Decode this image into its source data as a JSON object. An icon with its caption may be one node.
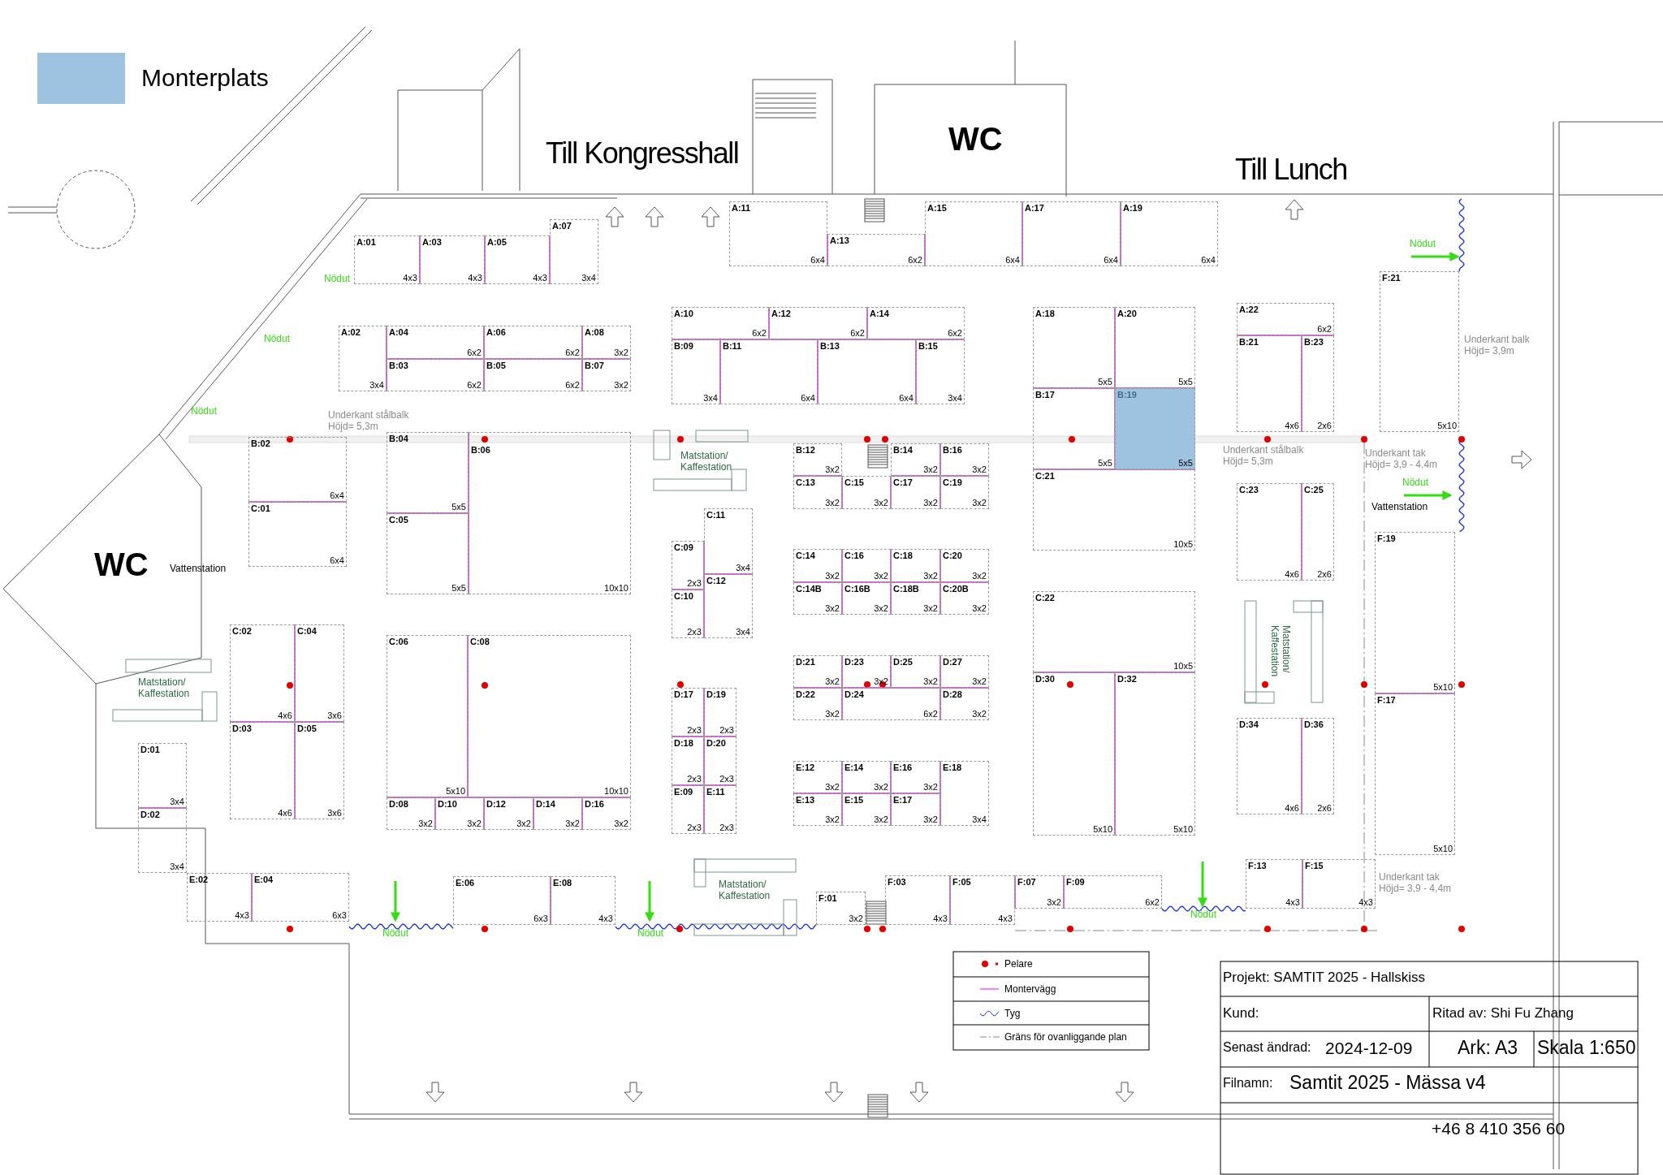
{
  "diagram": {
    "nodes": [
      {
        "text": [
          "A:01",
          "4x3"
        ]
      },
      {
        "text": [
          "A:03",
          "4x3"
        ]
      },
      {
        "text": [
          "A:05",
          "4x3"
        ]
      },
      {
        "text": [
          "A:07",
          "3x4"
        ]
      },
      {
        "text": [
          "A:11",
          "6x4"
        ]
      },
      {
        "text": [
          "A:13",
          "6x2"
        ]
      },
      {
        "text": [
          "A:15",
          "6x4"
        ]
      },
      {
        "text": [
          "A:17",
          "6x4"
        ]
      },
      {
        "text": [
          "A:19",
          "6x4"
        ]
      },
      {
        "text": [
          "F:21",
          "5x10"
        ]
      },
      {
        "text": [
          "A:02",
          "3x4"
        ]
      },
      {
        "text": [
          "A:04",
          "6x2"
        ]
      },
      {
        "text": [
          "A:06",
          "6x2"
        ]
      },
      {
        "text": [
          "A:08",
          "3x2"
        ]
      },
      {
        "text": [
          "B:03",
          "6x2"
        ]
      },
      {
        "text": [
          "B:05",
          "6x2"
        ]
      },
      {
        "text": [
          "B:07",
          "3x2"
        ]
      },
      {
        "text": [
          "A:10",
          "6x2"
        ]
      },
      {
        "text": [
          "A:12",
          "6x2"
        ]
      },
      {
        "text": [
          "A:14",
          "6x2"
        ]
      },
      {
        "text": [
          "B:09",
          "3x4"
        ]
      },
      {
        "text": [
          "B:11",
          "6x4"
        ]
      },
      {
        "text": [
          "B:13",
          "6x4"
        ]
      },
      {
        "text": [
          "B:15",
          "3x4"
        ]
      },
      {
        "text": [
          "A:18",
          "5x5"
        ]
      },
      {
        "text": [
          "A:20",
          "5x5"
        ]
      },
      {
        "text": [
          "B:17",
          "5x5"
        ]
      },
      {
        "text": [
          "B:19",
          "5x5"
        ]
      },
      {
        "text": [
          "C:21",
          "10x5"
        ]
      },
      {
        "text": [
          "A:22",
          "6x2"
        ]
      },
      {
        "text": [
          "B:21",
          "4x6"
        ]
      },
      {
        "text": [
          "B:23",
          "2x6"
        ]
      },
      {
        "text": [
          "B:02",
          "6x4"
        ]
      },
      {
        "text": [
          "C:01",
          "6x4"
        ]
      },
      {
        "text": [
          "B:04",
          "5x5"
        ]
      },
      {
        "text": [
          "B:06",
          "10x10"
        ]
      },
      {
        "text": [
          "C:05",
          "5x5"
        ]
      },
      {
        "text": [
          "B:12",
          "3x2"
        ]
      },
      {
        "text": [
          "B:14",
          "3x2"
        ]
      },
      {
        "text": [
          "B:16",
          "3x2"
        ]
      },
      {
        "text": [
          "C:13",
          "3x2"
        ]
      },
      {
        "text": [
          "C:15",
          "3x2"
        ]
      },
      {
        "text": [
          "C:17",
          "3x2"
        ]
      },
      {
        "text": [
          "C:19",
          "3x2"
        ]
      },
      {
        "text": [
          "C:23",
          "4x6"
        ]
      },
      {
        "text": [
          "C:25",
          "2x6"
        ]
      },
      {
        "text": [
          "F:19",
          "5x10"
        ]
      },
      {
        "text": [
          "C:11",
          "3x4"
        ]
      },
      {
        "text": [
          "C:09",
          "2x3"
        ]
      },
      {
        "text": [
          "C:12",
          "3x4"
        ]
      },
      {
        "text": [
          "C:10",
          "2x3"
        ]
      },
      {
        "text": [
          "C:14",
          "3x2"
        ]
      },
      {
        "text": [
          "C:16",
          "3x2"
        ]
      },
      {
        "text": [
          "C:18",
          "3x2"
        ]
      },
      {
        "text": [
          "C:20",
          "3x2"
        ]
      },
      {
        "text": [
          "C:14B",
          "3x2"
        ]
      },
      {
        "text": [
          "C:16B",
          "3x2"
        ]
      },
      {
        "text": [
          "C:18B",
          "3x2"
        ]
      },
      {
        "text": [
          "C:20B",
          "3x2"
        ]
      },
      {
        "text": [
          "C:22",
          "10x5"
        ]
      },
      {
        "text": [
          "C:02",
          "4x6"
        ]
      },
      {
        "text": [
          "C:04",
          "3x6"
        ]
      },
      {
        "text": [
          "C:06",
          "5x10"
        ]
      },
      {
        "text": [
          "C:08",
          "10x10"
        ]
      },
      {
        "text": [
          "D:21",
          "3x2"
        ]
      },
      {
        "text": [
          "D:23",
          "3x2"
        ]
      },
      {
        "text": [
          "D:25",
          "3x2"
        ]
      },
      {
        "text": [
          "D:27",
          "3x2"
        ]
      },
      {
        "text": [
          "D:22",
          "3x2"
        ]
      },
      {
        "text": [
          "D:24",
          "6x2"
        ]
      },
      {
        "text": [
          "D:28",
          "3x2"
        ]
      },
      {
        "text": [
          "D:30",
          "5x10"
        ]
      },
      {
        "text": [
          "D:32",
          "5x10"
        ]
      },
      {
        "text": [
          "D:17",
          "2x3"
        ]
      },
      {
        "text": [
          "D:19",
          "2x3"
        ]
      },
      {
        "text": [
          "F:17",
          "5x10"
        ]
      },
      {
        "text": [
          "D:34",
          "4x6"
        ]
      },
      {
        "text": [
          "D:36",
          "2x6"
        ]
      },
      {
        "text": [
          "D:03",
          "4x6"
        ]
      },
      {
        "text": [
          "D:05",
          "3x6"
        ]
      },
      {
        "text": [
          "D:01",
          "3x4"
        ]
      },
      {
        "text": [
          "D:18",
          "2x3"
        ]
      },
      {
        "text": [
          "D:20",
          "2x3"
        ]
      },
      {
        "text": [
          "E:12",
          "3x2"
        ]
      },
      {
        "text": [
          "E:14",
          "3x2"
        ]
      },
      {
        "text": [
          "E:16",
          "3x2"
        ]
      },
      {
        "text": [
          "E:18",
          "3x4"
        ]
      },
      {
        "text": [
          "E:09",
          "2x3"
        ]
      },
      {
        "text": [
          "E:11",
          "2x3"
        ]
      },
      {
        "text": [
          "E:13",
          "3x2"
        ]
      },
      {
        "text": [
          "E:15",
          "3x2"
        ]
      },
      {
        "text": [
          "E:17",
          "3x2"
        ]
      },
      {
        "text": [
          "D:08",
          "3x2"
        ]
      },
      {
        "text": [
          "D:10",
          "3x2"
        ]
      },
      {
        "text": [
          "D:12",
          "3x2"
        ]
      },
      {
        "text": [
          "D:14",
          "3x2"
        ]
      },
      {
        "text": [
          "D:16",
          "3x2"
        ]
      },
      {
        "text": [
          "D:02",
          "3x4"
        ]
      },
      {
        "text": [
          "F:13",
          "4x3"
        ]
      },
      {
        "text": [
          "F:15",
          "4x3"
        ]
      },
      {
        "text": [
          "E:02",
          "4x3"
        ]
      },
      {
        "text": [
          "E:04",
          "6x3"
        ]
      },
      {
        "text": [
          "F:03",
          "4x3"
        ]
      },
      {
        "text": [
          "F:05",
          "4x3"
        ]
      },
      {
        "text": [
          "F:07",
          "3x2"
        ]
      },
      {
        "text": [
          "F:09",
          "6x2"
        ]
      },
      {
        "text": [
          "E:06",
          "6x3"
        ]
      },
      {
        "text": [
          "E:08",
          "4x3"
        ]
      },
      {
        "text": [
          "F:01",
          "3x2"
        ]
      }
    ],
    "labels": [
      "Till Kongresshall",
      "WC",
      "Till Lunch",
      "Nödut",
      "Nödut",
      "Nödut",
      "Nödut",
      "Underkant stålbalk Höjd= 5,3m",
      "Underkant balk Höjd= 3,9m",
      "Matstation/ Kaffestation",
      "Underkant stålbalk Höjd= 5,3m",
      "Underkant tak Höjd= 3,9 - 4,4m",
      "Nödut",
      "Vattenstation",
      "WC",
      "Vattenstation",
      "Matstation/ Kaffestation",
      "Matstation/ Kaffestation",
      "Matstation/ Kaffestation",
      "Underkant tak Höjd= 3,9 - 4,4m",
      "Nödut",
      "Nödut",
      "Nödut",
      "Projekt: SAMTIT 2025 - Hallskiss",
      "Kund:",
      "Ritad av: Shi Fu Zhang",
      "Senast ändrad:",
      "2024-12-09",
      "Ark: A3",
      "Skala 1:650",
      "Filnamn:",
      "Samtit 2025 - Mässa v4",
      "+46 8 410 356 60"
    ],
    "legend": [
      {
        "text": "Monterplats",
        "color": "#9dc3e0"
      },
      {
        "text": "Pelare"
      },
      {
        "text": "Montervägg"
      },
      {
        "text": "Tyg"
      },
      {
        "text": "Gräns för ovanliggande plan"
      }
    ]
  }
}
